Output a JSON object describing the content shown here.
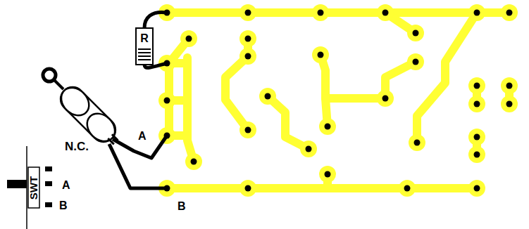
{
  "diagram": {
    "labels": [
      "R",
      "N.C.",
      "A",
      "SWT",
      "A",
      "B",
      "B"
    ]
  }
}
